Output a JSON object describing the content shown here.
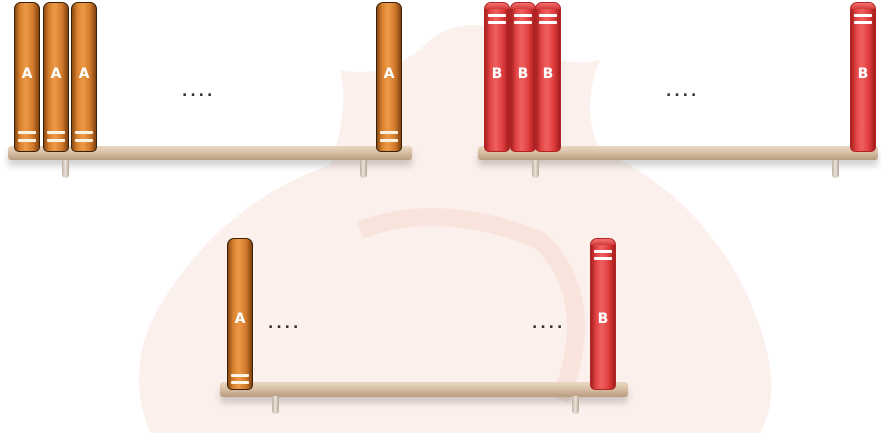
{
  "shelves": {
    "top_left": {
      "book_letter": "A",
      "ellipsis": "...."
    },
    "top_right": {
      "book_letter": "B",
      "ellipsis": "...."
    },
    "bottom": {
      "left_letter": "A",
      "right_letter": "B",
      "ellipsis_left": "....",
      "ellipsis_right": "...."
    }
  },
  "colors": {
    "book_a": "#e08a35",
    "book_b": "#e24545",
    "shelf": "#d8c0a6",
    "watermark": "#f4d5c8"
  }
}
